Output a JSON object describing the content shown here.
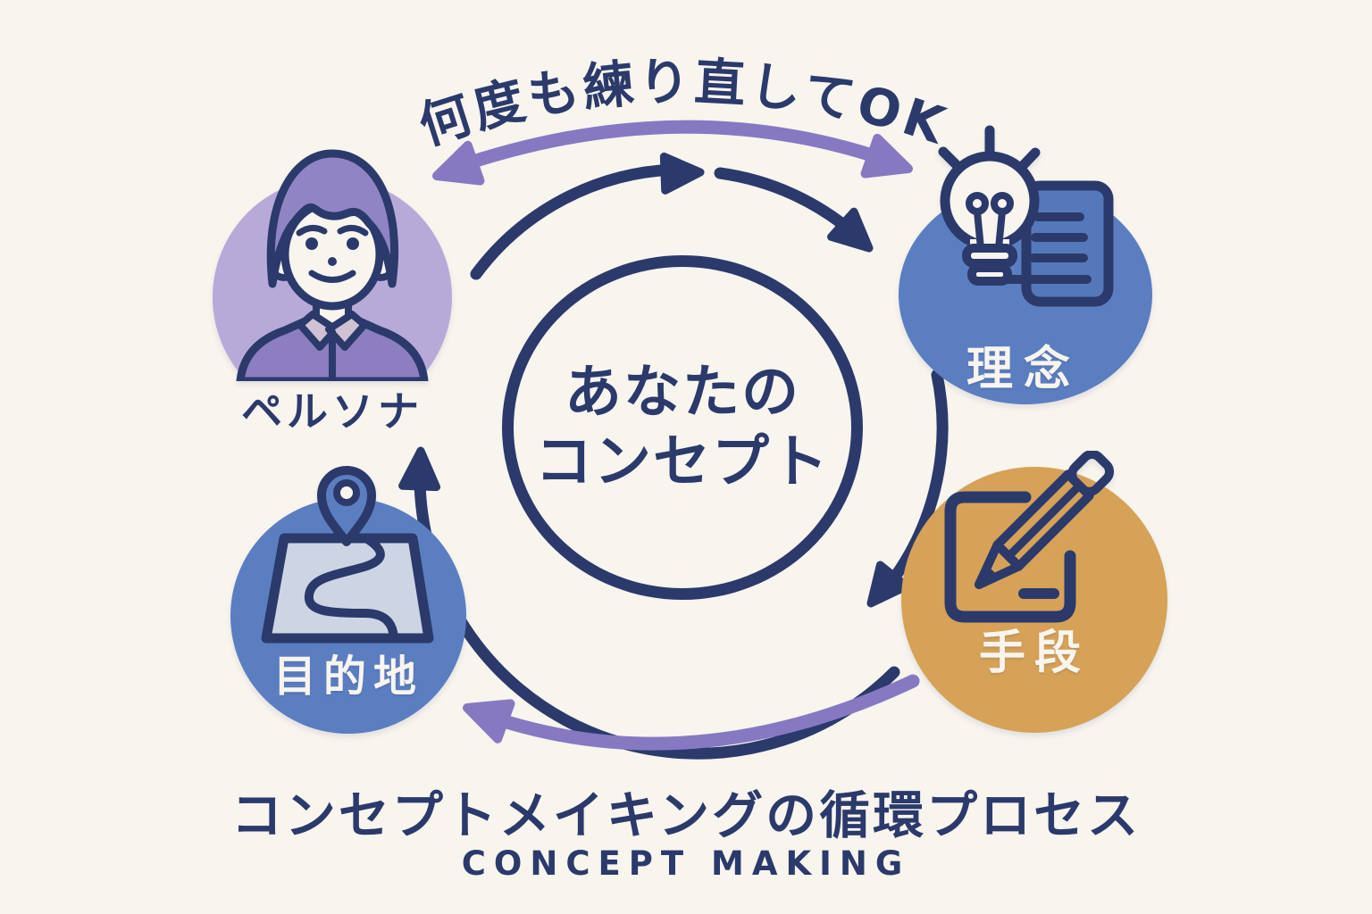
{
  "diagram": {
    "top_note": "何度も練り直してOK",
    "center": {
      "line1": "あなたの",
      "line2": "コンセプト"
    },
    "nodes": {
      "persona": {
        "label": "ペルソナ",
        "icon": "person-avatar-icon"
      },
      "philosophy": {
        "label": "理念",
        "icon": "lightbulb-document-icon"
      },
      "means": {
        "label": "手段",
        "icon": "pencil-square-icon"
      },
      "destination": {
        "label": "目的地",
        "icon": "map-pin-icon"
      }
    },
    "title": "コンセプトメイキングの循環プロセス",
    "subtitle": "CONCEPT MAKING"
  },
  "colors": {
    "background": "#f8f4ee",
    "navy": "#2b3a6b",
    "purple_arrow": "#8679c2",
    "lavender_circle": "#b7aad9",
    "blue_circle": "#5b7ec1",
    "gold_circle": "#d6a257",
    "document_fill": "#5578bb",
    "map_fill": "#cdd5e5",
    "hair_purple": "#9184c4",
    "shirt_purple": "#8c7ec0",
    "collar_mauve": "#cfc2d2",
    "cream": "#f8f4ee"
  }
}
